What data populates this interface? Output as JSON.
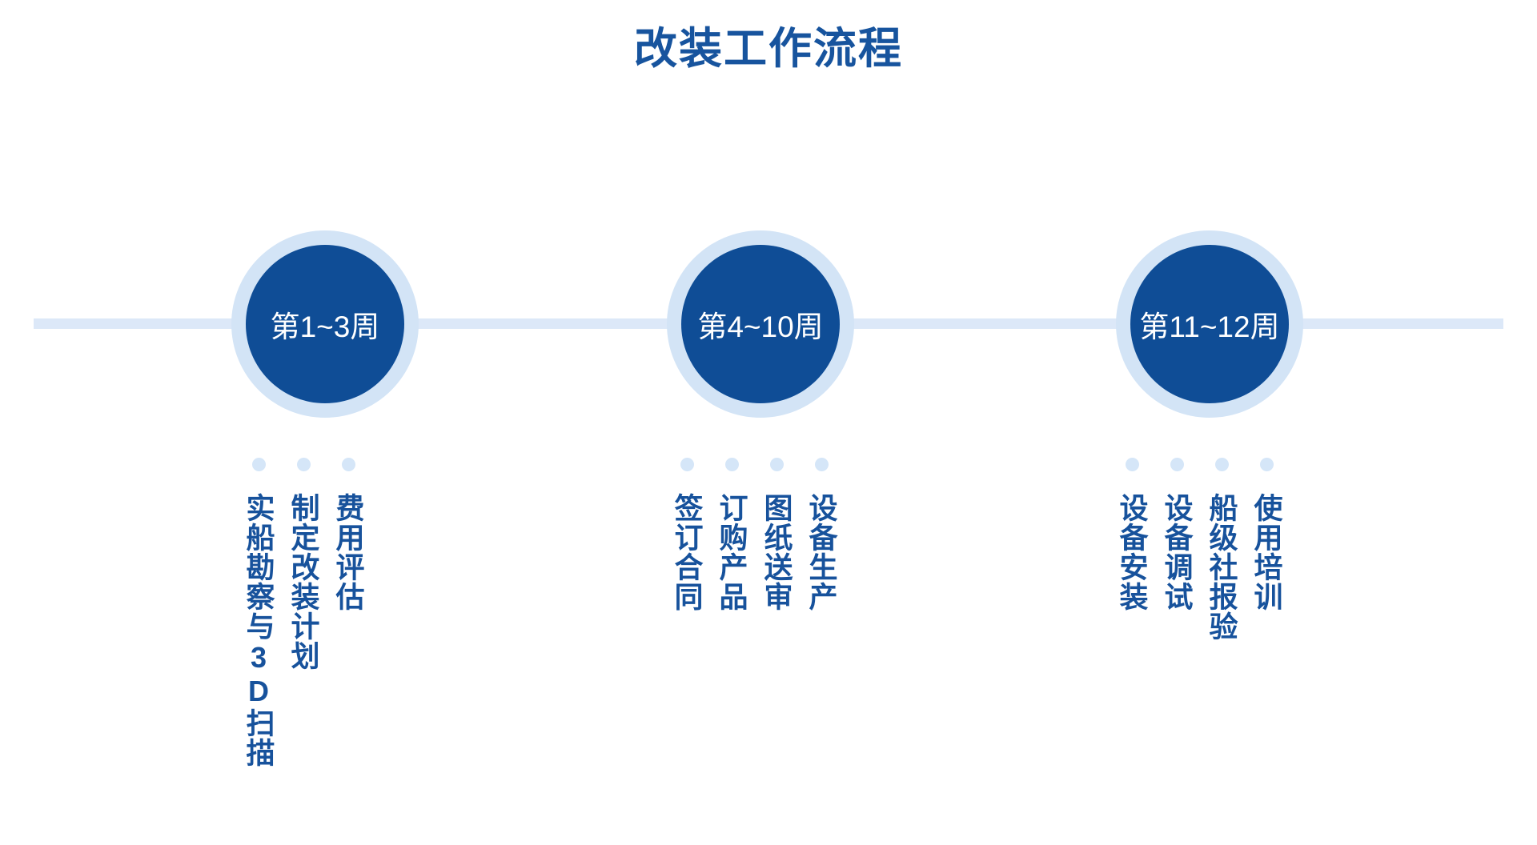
{
  "title": "改装工作流程",
  "colors": {
    "brand_dark_blue": "#0F4D96",
    "text_blue": "#17529C",
    "light_blue": "#D3E4F6",
    "rail_blue": "#DCE8F8",
    "dot_blue": "#D5E6F8",
    "background": "#FFFFFF"
  },
  "stages": [
    {
      "id": "stage-1",
      "label": "第1~3周",
      "tasks": [
        {
          "dot": "task-dot",
          "text": "费用评估"
        },
        {
          "dot": "task-dot",
          "text": "制定改装计划"
        },
        {
          "dot": "task-dot",
          "text": "实船勘察与3D扫描"
        }
      ]
    },
    {
      "id": "stage-2",
      "label": "第4~10周",
      "tasks": [
        {
          "dot": "task-dot",
          "text": "设备生产"
        },
        {
          "dot": "task-dot",
          "text": "图纸送审"
        },
        {
          "dot": "task-dot",
          "text": "订购产品"
        },
        {
          "dot": "task-dot",
          "text": "签订合同"
        }
      ]
    },
    {
      "id": "stage-3",
      "label": "第11~12周",
      "tasks": [
        {
          "dot": "task-dot",
          "text": "使用培训"
        },
        {
          "dot": "task-dot",
          "text": "船级社报验"
        },
        {
          "dot": "task-dot",
          "text": "设备调试"
        },
        {
          "dot": "task-dot",
          "text": "设备安装"
        }
      ]
    }
  ]
}
